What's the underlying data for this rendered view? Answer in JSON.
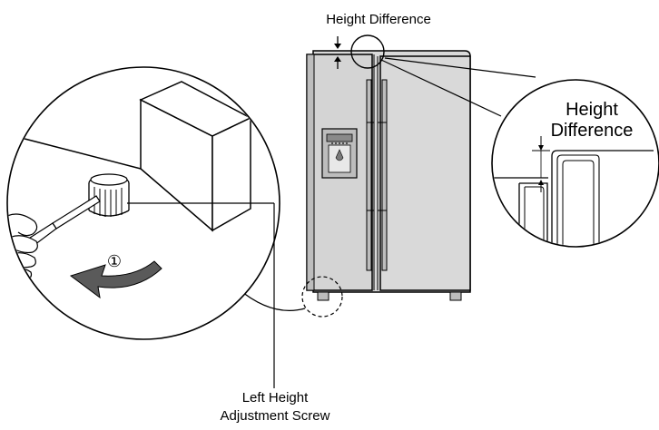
{
  "labels": {
    "top_title": "Height Difference",
    "zoom_title_line1": "Height",
    "zoom_title_line2": "Difference",
    "step_marker": "①",
    "screw_line1": "Left Height",
    "screw_line2": "Adjustment Screw"
  },
  "colors": {
    "ink": "#000000",
    "fridge_fill": "#d9d9d9",
    "fridge_shade": "#bdbdbd",
    "arrow_fill": "#5a5a5a",
    "panel_fill": "#cfcfcf"
  }
}
